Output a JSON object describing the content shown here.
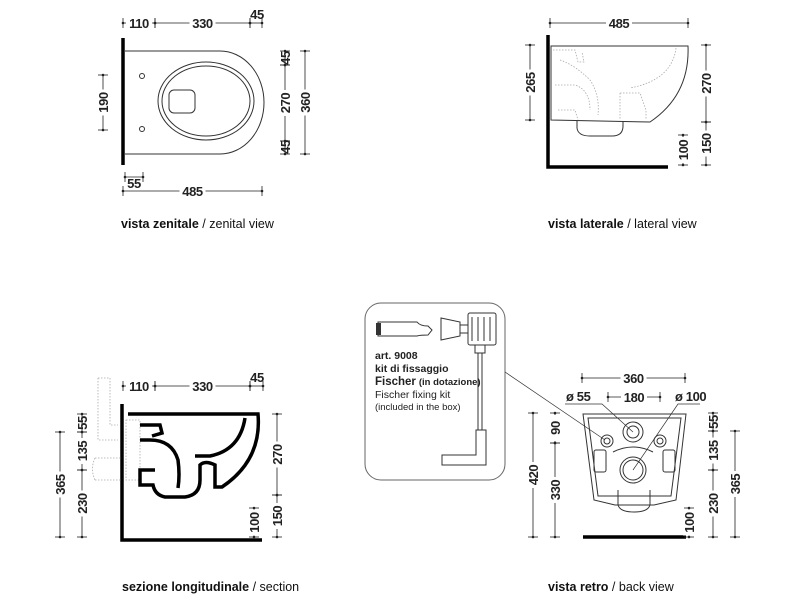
{
  "zenital": {
    "caption_bold": "vista zenitale",
    "caption_sep": " / ",
    "caption_en": "zenital view",
    "dims": [
      "110",
      "330",
      "45",
      "190",
      "45",
      "270",
      "45",
      "360",
      "55",
      "485"
    ]
  },
  "lateral": {
    "caption_bold": "vista laterale",
    "caption_sep": " / ",
    "caption_en": "lateral view",
    "dims": [
      "485",
      "265",
      "270",
      "150",
      "100"
    ]
  },
  "section": {
    "caption_bold": "sezione longitudinale",
    "caption_sep": " / ",
    "caption_en": "section",
    "dims": [
      "110",
      "330",
      "45",
      "55",
      "135",
      "230",
      "365",
      "270",
      "150",
      "100"
    ]
  },
  "back": {
    "caption_bold": "vista retro",
    "caption_sep": " / ",
    "caption_en": "back view",
    "dims": [
      "360",
      "180",
      "420",
      "90",
      "330",
      "55",
      "135",
      "230",
      "365",
      "100"
    ],
    "diameter_small": "ø 55",
    "diameter_large": "ø 100"
  },
  "kit": {
    "article": "art. 9008",
    "name_it": "kit di fissaggio",
    "brand": "Fischer",
    "included_it": "(in dotazione)",
    "name_en": "Fischer fixing kit",
    "included_en": "(included in the box)"
  }
}
